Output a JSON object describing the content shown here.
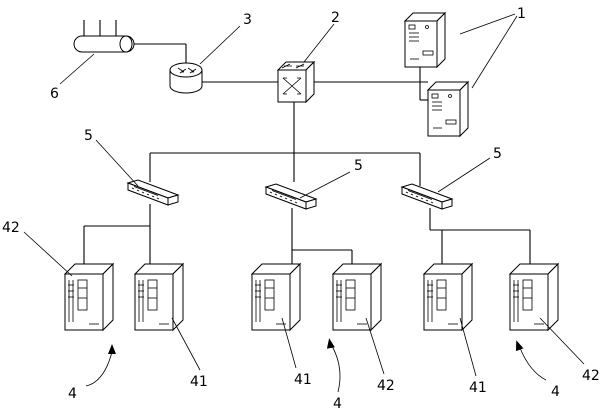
{
  "labels": {
    "servers": "1",
    "core_switch": "2",
    "router": "3",
    "terminal_group": "4",
    "access_switch": "5",
    "network_cable": "6",
    "terminal_a": "41",
    "terminal_b": "42"
  }
}
